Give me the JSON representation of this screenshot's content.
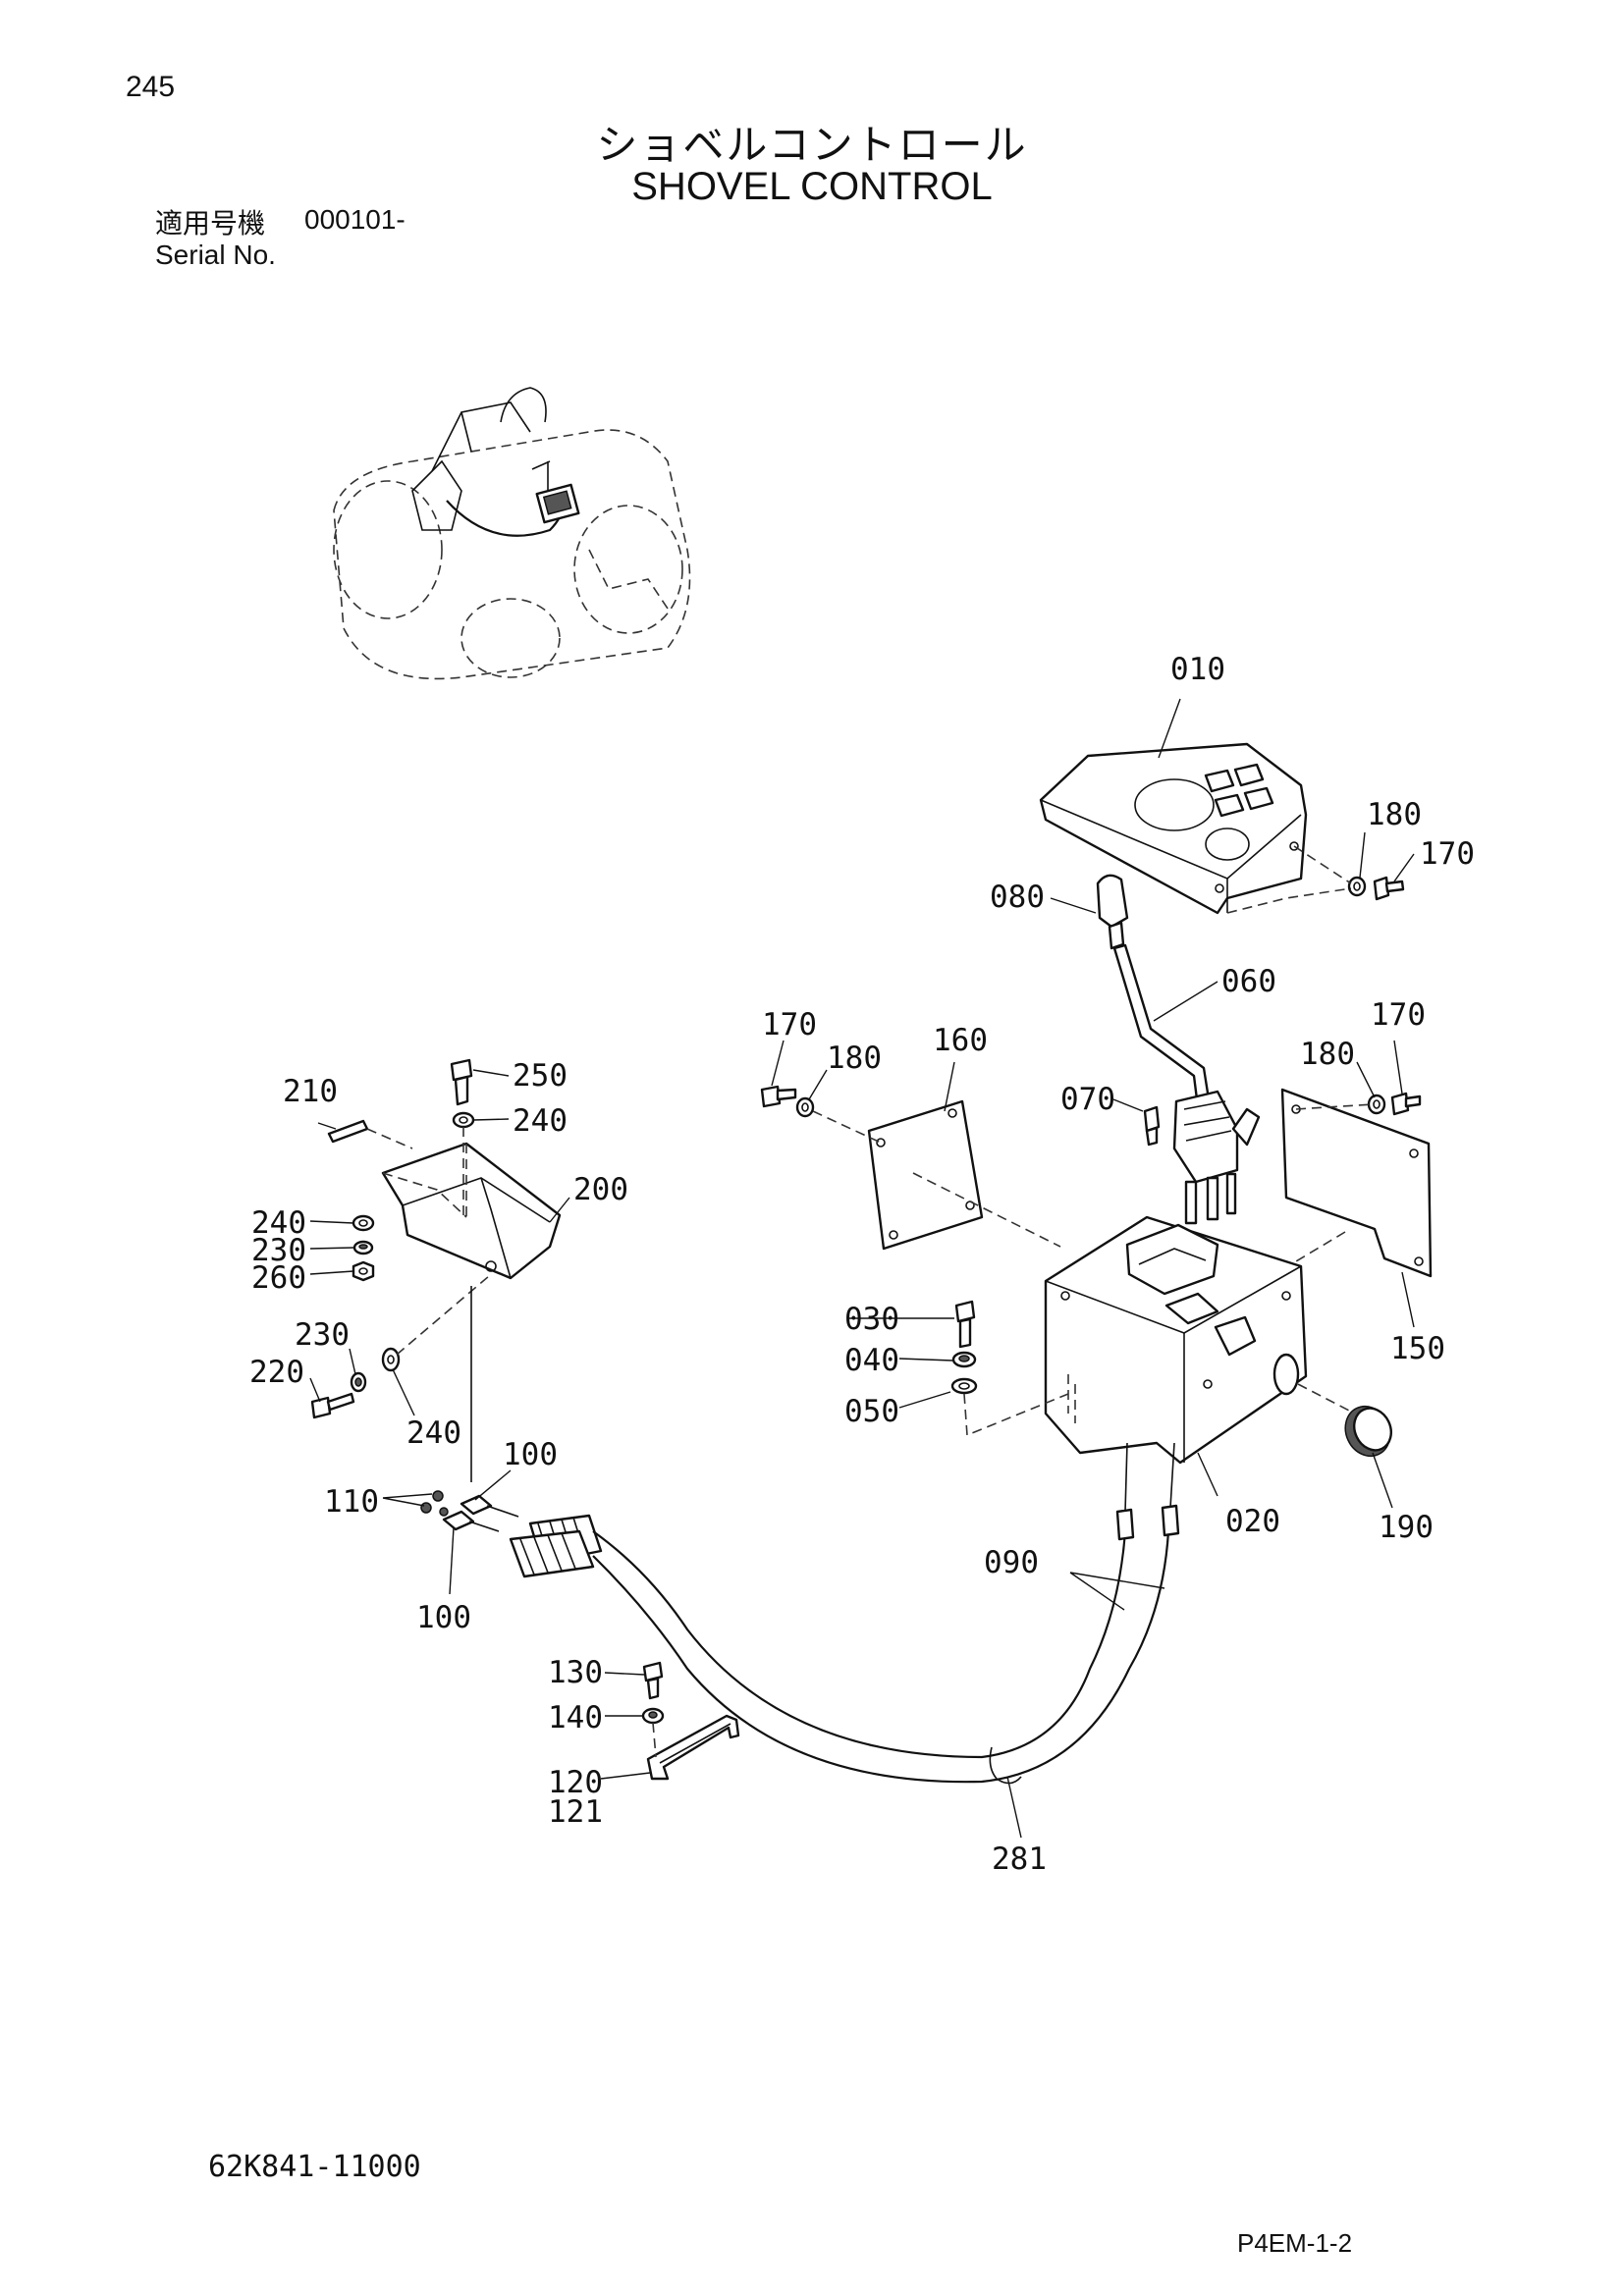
{
  "header": {
    "page_number": "245",
    "title_ja": "ショベルコントロール",
    "title_en": "SHOVEL CONTROL",
    "serial_label_ja": "適用号機",
    "serial_from": "000101-",
    "serial_label_en": "Serial No."
  },
  "callouts": {
    "c010": "010",
    "c020": "020",
    "c030": "030",
    "c040": "040",
    "c050": "050",
    "c060": "060",
    "c070": "070",
    "c080": "080",
    "c090": "090",
    "c100a": "100",
    "c100b": "100",
    "c110": "110",
    "c120": "120",
    "c121": "121",
    "c130": "130",
    "c140": "140",
    "c150": "150",
    "c160": "160",
    "c170a": "170",
    "c170b": "170",
    "c170c": "170",
    "c180a": "180",
    "c180b": "180",
    "c180c": "180",
    "c190": "190",
    "c200": "200",
    "c210": "210",
    "c220": "220",
    "c230a": "230",
    "c230b": "230",
    "c240a": "240",
    "c240b": "240",
    "c240c": "240",
    "c250": "250",
    "c260": "260",
    "c281": "281"
  },
  "footer": {
    "drawing_number": "62K841-11000",
    "page_code": "P4EM-1-2"
  }
}
